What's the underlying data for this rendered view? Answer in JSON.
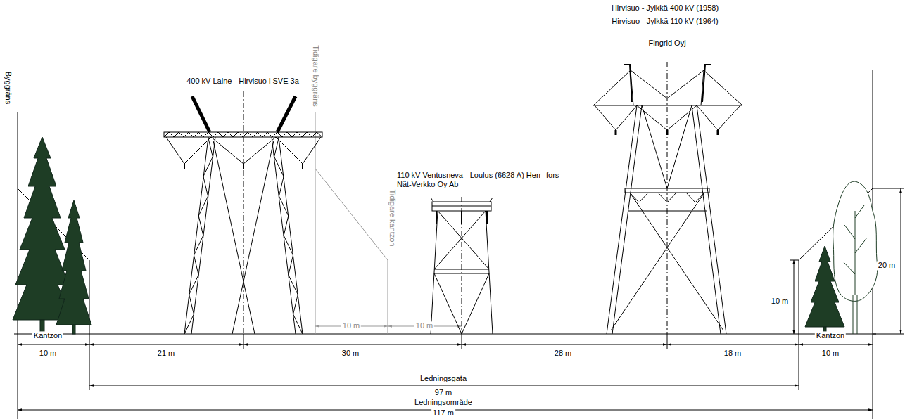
{
  "diagram": {
    "labels": [
      "Hirvisuo - Jylkkä 400 kV (1958)",
      "Hirvisuo - Jylkkä 110 kV (1964)",
      "Fingrid Oyj",
      "400 kV Laine - Hirvisuo i SVE 3a",
      "Tidigare byggräns",
      "Byggräns",
      "110 kV Ventusneva - Loulus (6628 A) Herr- fors Nät-Verkko Oy Ab",
      "Tidigare kantzon",
      "20 m",
      "10 m",
      "Kantzon",
      "10 m",
      "21 m",
      "10 m",
      "10 m",
      "30 m",
      "28 m",
      "18 m",
      "Kantzon",
      "10 m",
      "Ledningsgata",
      "97 m",
      "Ledningsområde",
      "117 m"
    ]
  }
}
